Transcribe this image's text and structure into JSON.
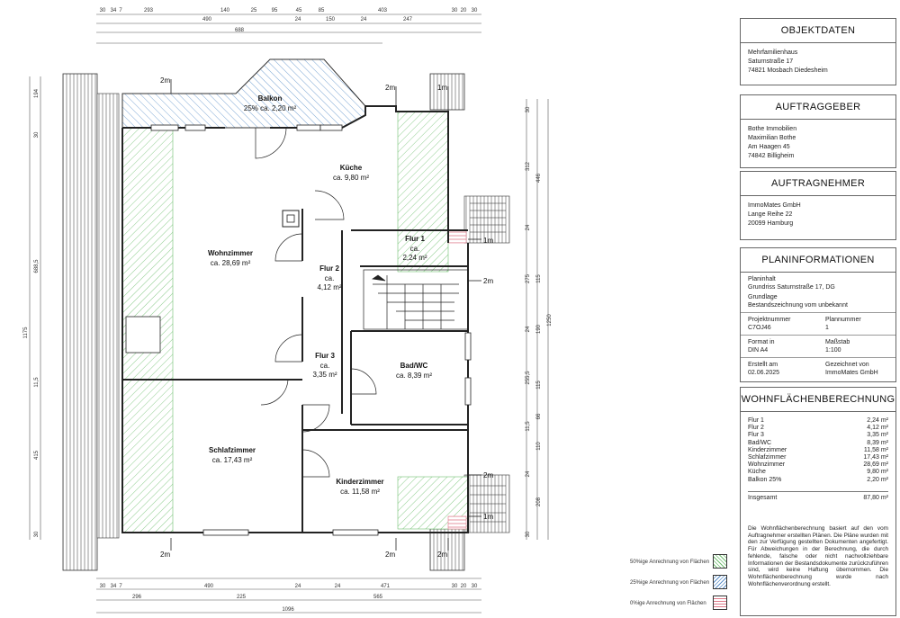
{
  "dims_top": {
    "row1": [
      "30",
      "34",
      "7",
      "293",
      "140",
      "25",
      "95",
      "45",
      "85",
      "403",
      "30",
      "20",
      "30"
    ],
    "row2": [
      "490",
      "24",
      "150",
      "24",
      "247"
    ],
    "row3": [
      "688"
    ]
  },
  "dims_bottom": {
    "row1": [
      "30",
      "34",
      "7",
      "490",
      "24",
      "24",
      "471",
      "30",
      "20",
      "30"
    ],
    "row2": [
      "296",
      "225",
      "565"
    ],
    "row3": [
      "1096"
    ]
  },
  "dims_left": [
    "194",
    "30",
    "688,5",
    "1175",
    "11,5",
    "415",
    "30"
  ],
  "dims_right": [
    "30",
    "312",
    "446",
    "24",
    "275",
    "115",
    "24",
    "190",
    "1250",
    "255,5",
    "115",
    "66",
    "11,5",
    "110",
    "24",
    "208",
    "30"
  ],
  "height_marks": [
    "2m",
    "2m",
    "1m",
    "1m",
    "2m",
    "2m",
    "2m",
    "1m",
    "2m",
    "2m"
  ],
  "rooms": [
    {
      "name": "Balkon",
      "area": "25% ca. 2,20 m²"
    },
    {
      "name": "Küche",
      "area": "ca. 9,80 m²"
    },
    {
      "name": "Wohnzimmer",
      "area": "ca. 28,69 m²"
    },
    {
      "name": "Flur 1",
      "area_a": "ca.",
      "area_b": "2,24 m²"
    },
    {
      "name": "Flur 2",
      "area_a": "ca.",
      "area_b": "4,12 m²"
    },
    {
      "name": "Flur 3",
      "area_a": "ca.",
      "area_b": "3,35 m²"
    },
    {
      "name": "Bad/WC",
      "area": "ca. 8,39 m²"
    },
    {
      "name": "Schlafzimmer",
      "area": "ca. 17,43 m²"
    },
    {
      "name": "Kinderzimmer",
      "area": "ca. 11,58 m²"
    }
  ],
  "objektdaten": {
    "title": "OBJEKTDATEN",
    "lines": [
      "Mehrfamilienhaus",
      "Saturnstraße 17",
      "74821 Mosbach Diedesheim"
    ]
  },
  "auftraggeber": {
    "title": "AUFTRAGGEBER",
    "lines": [
      "Bothe Immobilien",
      "Maximilian Bothe",
      "Am Haagen 45",
      "74842 Billigheim"
    ]
  },
  "auftragnehmer": {
    "title": "AUFTRAGNEHMER",
    "lines": [
      "ImmoMates GmbH",
      "Lange Reihe 22",
      "20099 Hamburg"
    ]
  },
  "planinfo": {
    "title": "PLANINFORMATIONEN",
    "planinhalt_label": "Planinhalt",
    "planinhalt": "Grundriss Saturnstraße 17, DG",
    "grundlage_label": "Grundlage",
    "grundlage": "Bestandszeichnung vom unbekannt",
    "cells": [
      [
        "Projektnummer",
        "C7OJ46",
        "Plannummer",
        "1"
      ],
      [
        "Format in",
        "DIN A4",
        "Maßstab",
        "1:100"
      ],
      [
        "Erstellt am",
        "02.06.2025",
        "Gezeichnet von",
        "ImmoMates GmbH"
      ]
    ]
  },
  "wohnflaeche": {
    "title": "WOHNFLÄCHENBERECHNUNG",
    "rows": [
      [
        "Flur 1",
        "2,24 m²"
      ],
      [
        "Flur 2",
        "4,12 m²"
      ],
      [
        "Flur 3",
        "3,35 m²"
      ],
      [
        "Bad/WC",
        "8,39 m²"
      ],
      [
        "Kinderzimmer",
        "11,58 m²"
      ],
      [
        "Schlafzimmer",
        "17,43 m²"
      ],
      [
        "Wohnzimmer",
        "28,69 m²"
      ],
      [
        "Küche",
        "9,80 m²"
      ],
      [
        "Balkon 25%",
        "2,20 m²"
      ]
    ],
    "total_label": "Insgesamt",
    "total": "87,80 m²",
    "note": "Die Wohnflächenberechnung basiert auf den vom Auftragnehmer erstellten Plänen. Die Pläne wurden mit den zur Verfügung gestellten Dokumenten angefertigt. Für Abweichungen in der Berechnung, die durch fehlende, falsche oder nicht nachvollziehbare Informationen der Bestandsdokumente zurückzuführen sind, wird keine Haftung übernommen. Die Wohnflächenberechnung wurde nach Wohnflächenverordnung erstellt."
  },
  "legend": [
    {
      "label": "50%ige Anrechnung von Flächen",
      "color": "#6fbf6f"
    },
    {
      "label": "25%ige Anrechnung von Flächen",
      "color": "#5b8fc9"
    },
    {
      "label": "0%ige Anrechnung von Flächen",
      "color": "#e07a8a"
    }
  ]
}
